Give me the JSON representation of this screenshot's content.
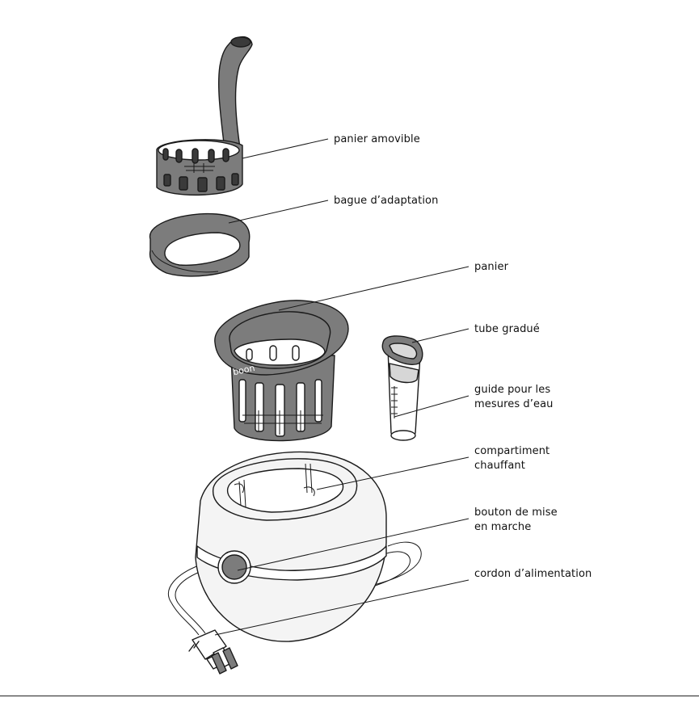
{
  "labels": {
    "removable_basket": [
      "panier amovible"
    ],
    "adapter_ring": [
      "bague d’adaptation"
    ],
    "basket": [
      "panier"
    ],
    "measuring_tube": [
      "tube gradué"
    ],
    "water_guide": [
      "guide pour les",
      "mesures d’eau"
    ],
    "heating_chamber": [
      "compartiment",
      "chauffant"
    ],
    "power_button": [
      "bouton de mise",
      "en marche"
    ],
    "power_cord": [
      "cordon d’alimentation"
    ]
  },
  "logo_text": "boon",
  "colors": {
    "part_fill": "#7c7c7c",
    "part_dark": "#3a3a3a",
    "outline": "#1a1a1a",
    "base_fill": "#f4f4f4",
    "water_fill": "#d6d6d6"
  }
}
